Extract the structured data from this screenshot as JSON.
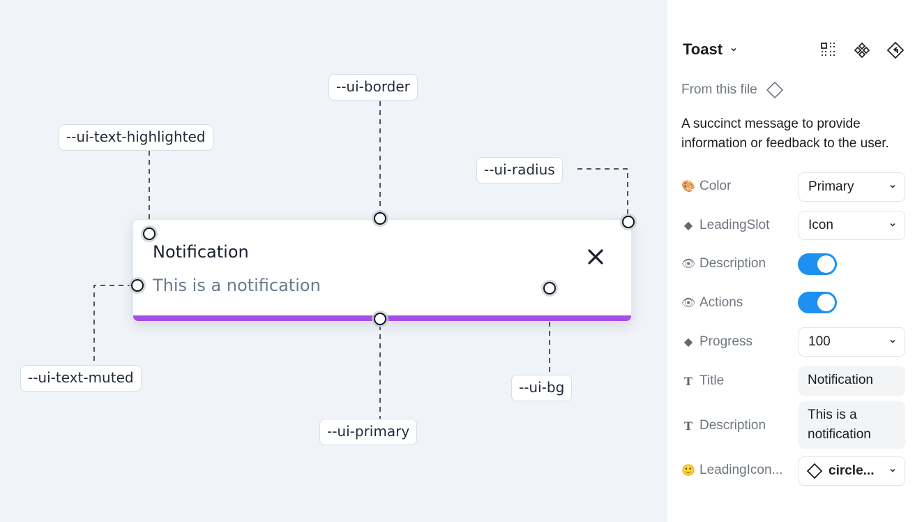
{
  "canvas": {
    "tokens": {
      "border": "--ui-border",
      "text_highlighted": "--ui-text-highlighted",
      "radius": "--ui-radius",
      "text_muted": "--ui-text-muted",
      "bg": "--ui-bg",
      "primary": "--ui-primary"
    },
    "toast": {
      "title": "Notification",
      "description": "This is a notification",
      "close_icon": "close-icon",
      "progress_percent": 100,
      "progress_color": "#a54ee8"
    }
  },
  "panel": {
    "component_name": "Toast",
    "header_icons": [
      "grid-icon",
      "component-icon",
      "reset-icon"
    ],
    "source_label": "From this file",
    "description": "A succinct message to provide information or feedback to the user.",
    "properties": {
      "color": {
        "label": "Color",
        "value": "Primary",
        "icon": "palette-icon"
      },
      "leading_slot": {
        "label": "LeadingSlot",
        "value": "Icon",
        "icon": "diamond-icon"
      },
      "description_toggle": {
        "label": "Description",
        "on": true,
        "icon": "eye-icon"
      },
      "actions_toggle": {
        "label": "Actions",
        "on": true,
        "icon": "eye-icon"
      },
      "progress": {
        "label": "Progress",
        "value": "100",
        "icon": "diamond-icon"
      },
      "title": {
        "label": "Title",
        "value": "Notification",
        "icon": "text-icon"
      },
      "description_text": {
        "label": "Description",
        "value": "This is a notification",
        "icon": "text-icon"
      },
      "leading_icon": {
        "label": "LeadingIcon...",
        "value": "circle...",
        "icon": "smiley-icon"
      }
    },
    "accent_color": "#1e90f0"
  }
}
